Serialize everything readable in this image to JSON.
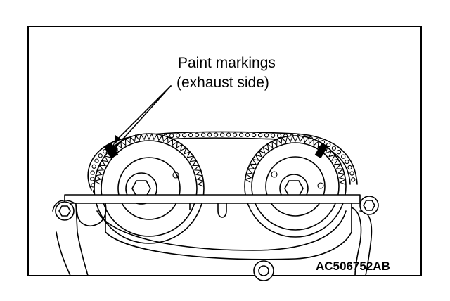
{
  "diagram": {
    "callout_line1": "Paint markings",
    "callout_line2": "(exhaust side)",
    "figure_code": "AC506752AB",
    "line_color": "#000000",
    "background_color": "#ffffff"
  }
}
